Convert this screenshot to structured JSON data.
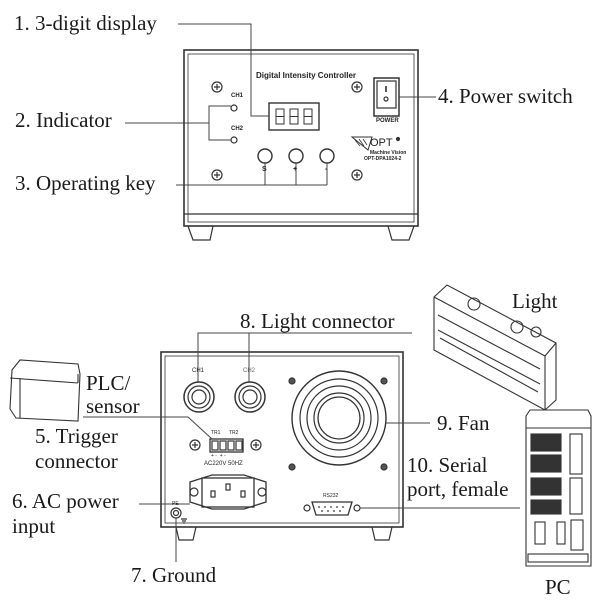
{
  "front_panel": {
    "title": "Digital Intensity Controller",
    "indicators": [
      "CH1",
      "CH2"
    ],
    "keys": [
      "S",
      "+",
      "-"
    ],
    "power_label": "POWER",
    "brand": "OPT",
    "brand_sub": "Machine Vision",
    "model": "OPT-DPA1024-2"
  },
  "rear_panel": {
    "channels": [
      "CH1",
      "CH2"
    ],
    "trigger_labels": [
      "TR1",
      "TR2"
    ],
    "trigger_polarity": "+ -  + -",
    "ac_rating": "AC220V 50HZ",
    "serial_label": "RS232",
    "ground_label": "PE"
  },
  "callouts": {
    "c1": "1. 3-digit display",
    "c2": "2. Indicator",
    "c3": "3. Operating key",
    "c4": "4. Power switch",
    "c5a": "5. Trigger",
    "c5b": "connector",
    "c6a": "6. AC power",
    "c6b": "input",
    "c7": "7. Ground",
    "c8": "8. Light connector",
    "c9": "9. Fan",
    "c10a": "10. Serial",
    "c10b": "port, female"
  },
  "devices": {
    "plc_a": "PLC/",
    "plc_b": "sensor",
    "light": "Light",
    "pc": "PC"
  }
}
